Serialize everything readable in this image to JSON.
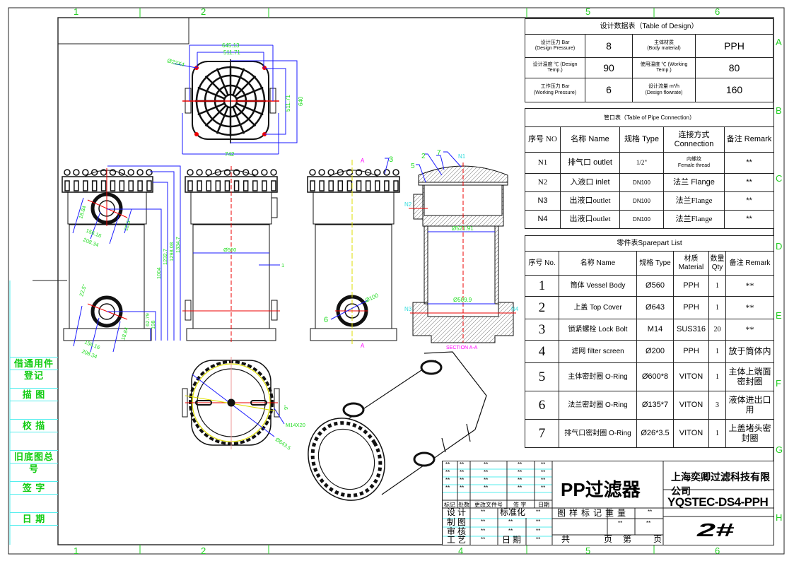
{
  "grid": {
    "columns_top": [
      "1",
      "2",
      "5",
      "6"
    ],
    "columns_bottom": [
      "1",
      "2",
      "4",
      "5",
      "6"
    ],
    "rows": [
      "A",
      "B",
      "C",
      "D",
      "E",
      "F",
      "G",
      "H"
    ]
  },
  "left_strip": [
    "借通用件登记",
    "描  图",
    "校  描",
    "旧底图总号",
    "签  字",
    "日  期"
  ],
  "design_table": {
    "title": "设计数据表（Table of Design）",
    "rows": [
      {
        "l1": "设计压力  Bar",
        "l1b": "(Design Pressure)",
        "v1": "8",
        "l2": "主体材质",
        "l2b": "(Body material)",
        "v2": "PPH"
      },
      {
        "l1": "设计温度 ℃  (Design",
        "l1b": "Temp.)",
        "v1": "90",
        "l2": "使用温度 ℃ (Working",
        "l2b": "Temp.)",
        "v2": "80"
      },
      {
        "l1": "工作压力  Bar",
        "l1b": "(Working Pressure)",
        "v1": "6",
        "l2": "设计流量  m³/h",
        "l2b": "(Design flowrate)",
        "v2": "160"
      }
    ]
  },
  "pipe_table": {
    "title": "管口表（Table of Pipe Connection）",
    "headers": [
      "序号 NO",
      "名称   Name",
      "规格 Type",
      "连接方式 Connection",
      "备注 Remark"
    ],
    "rows": [
      {
        "no": "N1",
        "name": "排气口 outlet",
        "type": "1/2\"",
        "conn": "内螺纹",
        "conn2": "Female thread",
        "remark": "**"
      },
      {
        "no": "N2",
        "name": "入液口   inlet",
        "type": "DN100",
        "conn": "法兰 Flange",
        "conn2": "",
        "remark": "**"
      },
      {
        "no": "N3",
        "name": "出液口outlet",
        "type": "DN100",
        "conn": "法兰Flange",
        "conn2": "",
        "remark": "**"
      },
      {
        "no": "N4",
        "name": "出液口outlet",
        "type": "DN100",
        "conn": "法兰Flange",
        "conn2": "",
        "remark": "**"
      }
    ]
  },
  "spare_table": {
    "title": "零件表Sparepart List",
    "headers": [
      "序号 No.",
      "名称 Name",
      "规格 Type",
      "材质 Material",
      "数量 Qty",
      "备注 Remark"
    ],
    "rows": [
      {
        "no": "1",
        "name": "筒体 Vessel Body",
        "type": "Ø560",
        "mat": "PPH",
        "qty": "1",
        "remark": "**"
      },
      {
        "no": "2",
        "name": "上盖  Top Cover",
        "type": "Ø643",
        "mat": "PPH",
        "qty": "1",
        "remark": "**"
      },
      {
        "no": "3",
        "name": "锁紧螺栓 Lock Bolt",
        "type": "M14",
        "mat": "SUS316",
        "qty": "20",
        "remark": "**"
      },
      {
        "no": "4",
        "name": "滤网 filter screen",
        "type": "Ø200",
        "mat": "PPH",
        "qty": "1",
        "remark": "放于筒体内"
      },
      {
        "no": "5",
        "name": "主体密封圈 O-Ring",
        "type": "Ø600*8",
        "mat": "VITON",
        "qty": "1",
        "remark": "主体上端面密封圈"
      },
      {
        "no": "6",
        "name": "法兰密封圈 O-Ring",
        "type": "Ø135*7",
        "mat": "VITON",
        "qty": "3",
        "remark": "液体进出口用"
      },
      {
        "no": "7",
        "name": "排气口密封圈 O-Ring",
        "type": "Ø26*3.5",
        "mat": "VITON",
        "qty": "1",
        "remark": "上盖堵头密封圈"
      }
    ]
  },
  "title_block": {
    "placeholder": "**",
    "rev_headers": [
      "标记",
      "处数",
      "更改文件号",
      "签 字",
      "日期"
    ],
    "roles": [
      "设 计",
      "制 图",
      "审 核",
      "工 艺"
    ],
    "std_label": "标准化",
    "date_label": "日  期",
    "product_name": "PP过滤器",
    "mark_weight_label": "图 样 标 记 重 量",
    "pages_total": "共",
    "pages_mid": "页 第",
    "pages_end": "页",
    "company": "上海奕卿过滤科技有限公司",
    "model": "YQSTEC-DS4-PPH",
    "drawing_no": "2#"
  },
  "dimensions": {
    "top_view": [
      "645.13",
      "511.71",
      "Ø22X4",
      "511.71",
      "640",
      "742"
    ],
    "front_view": [
      "18.84",
      "156.16",
      "208.34",
      "22.5°",
      "1004",
      "1232.7",
      "1298.08",
      "1334.7",
      "22.5°",
      "62.79",
      "198",
      "156.16",
      "208.34",
      "18.84"
    ],
    "side_view": [
      "Ø560",
      "1"
    ],
    "right_view": [
      "A",
      "A",
      "3",
      "6",
      "Ø100"
    ],
    "section": [
      "2",
      "7",
      "5",
      "N1",
      "N2",
      "N3",
      "N4",
      "Ø521.91",
      "Ø509.9",
      "SECTION A-A"
    ],
    "bottom_view": [
      "M14X20",
      "Ø643.5",
      "9°"
    ]
  },
  "colors": {
    "dim": "#1a1aff",
    "dimtext": "#22dd22",
    "center": "#ff0000",
    "cyan": "#33dddd",
    "magenta": "#ff00ff",
    "yellow": "#e8e800"
  }
}
